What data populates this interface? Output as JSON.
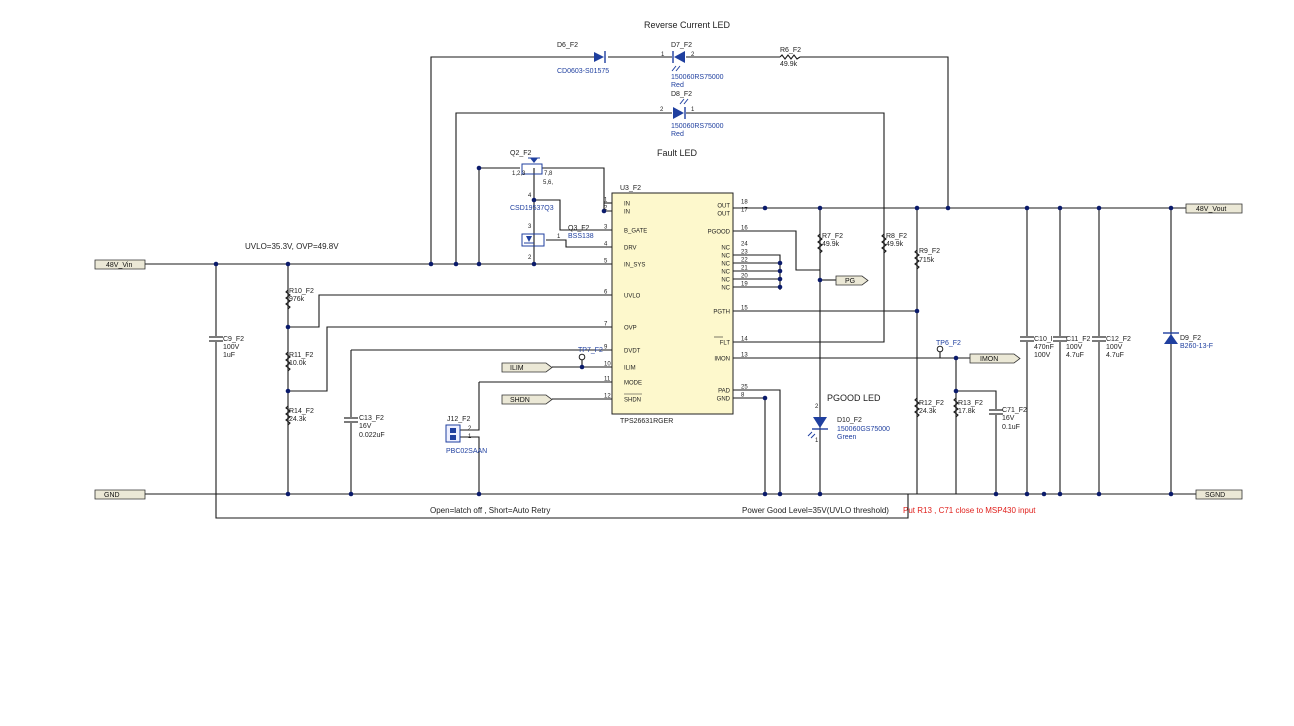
{
  "titles": {
    "reverse_led": "Reverse Current LED",
    "fault_led": "Fault LED",
    "pgood_led": "PGOOD LED"
  },
  "notes": {
    "uvlo_ovp": "UVLO=35.3V, OVP=49.8V",
    "open_short": "Open=latch off , Short=Auto Retry",
    "pg_level": "Power Good Level=35V(UVLO threshold)",
    "msp430": "Put R13 , C71 close to MSP430 input"
  },
  "ports": {
    "vin": "48V_Vin",
    "vout": "48V_Vout",
    "gnd": "GND",
    "sgnd": "SGND",
    "pg": "PG",
    "imon": "IMON",
    "ilim": "ILIM",
    "shdn": "SHDN"
  },
  "ic": {
    "ref": "U3_F2",
    "part": "TPS26631RGER",
    "left_pins": [
      {
        "num": "1",
        "name": "IN"
      },
      {
        "num": "2",
        "name": "IN"
      },
      {
        "num": "3",
        "name": "B_GATE"
      },
      {
        "num": "4",
        "name": "DRV"
      },
      {
        "num": "5",
        "name": "IN_SYS"
      },
      {
        "num": "6",
        "name": "UVLO"
      },
      {
        "num": "7",
        "name": "OVP"
      },
      {
        "num": "9",
        "name": "DVDT"
      },
      {
        "num": "10",
        "name": "ILIM"
      },
      {
        "num": "11",
        "name": "MODE"
      },
      {
        "num": "12",
        "name": "SHDN"
      }
    ],
    "right_pins": [
      {
        "num": "18",
        "name": "OUT"
      },
      {
        "num": "17",
        "name": "OUT"
      },
      {
        "num": "16",
        "name": "PGOOD"
      },
      {
        "num": "24",
        "name": "NC"
      },
      {
        "num": "23",
        "name": "NC"
      },
      {
        "num": "22",
        "name": "NC"
      },
      {
        "num": "21",
        "name": "NC"
      },
      {
        "num": "20",
        "name": "NC"
      },
      {
        "num": "19",
        "name": "NC"
      },
      {
        "num": "15",
        "name": "PGTH"
      },
      {
        "num": "14",
        "name": "FLT"
      },
      {
        "num": "13",
        "name": "IMON"
      },
      {
        "num": "25",
        "name": "PAD"
      },
      {
        "num": "8",
        "name": "GND"
      }
    ]
  },
  "components": {
    "d6": {
      "ref": "D6_F2",
      "value": "CD0603-S01575"
    },
    "d7": {
      "ref": "D7_F2",
      "value": "150060RS75000",
      "color": "Red",
      "pin_a": "1",
      "pin_b": "2"
    },
    "d8": {
      "ref": "D8_F2",
      "value": "150060RS75000",
      "color": "Red",
      "pin_a": "2",
      "pin_b": "1"
    },
    "r6": {
      "ref": "R6_F2",
      "value": "49.9k"
    },
    "q2": {
      "ref": "Q2_F2",
      "value": "CSD19537Q3",
      "pins_a": "1,2,3",
      "pins_b": "7,8",
      "pins_c": "5,6,",
      "pin_g": "4"
    },
    "q3": {
      "ref": "Q3_F2",
      "value": "BSS138",
      "pin_g": "1",
      "pin_d": "3",
      "pin_s": "2"
    },
    "r7": {
      "ref": "R7_F2",
      "value": "49.9k"
    },
    "r8": {
      "ref": "R8_F2",
      "value": "49.9k"
    },
    "r9": {
      "ref": "R9_F2",
      "value": "715k"
    },
    "r10": {
      "ref": "R10_F2",
      "value": "976k"
    },
    "r11": {
      "ref": "R11_F2",
      "value": "10.0k"
    },
    "r14": {
      "ref": "R14_F2",
      "value": "24.3k"
    },
    "c9": {
      "ref": "C9_F2",
      "voltage": "100V",
      "value": "1uF"
    },
    "c13": {
      "ref": "C13_F2",
      "voltage": "16V",
      "value": "0.022uF"
    },
    "j12": {
      "ref": "J12_F2",
      "value": "PBC02SAAN",
      "pin1": "1",
      "pin2": "2"
    },
    "tp7": {
      "ref": "TP7_F2"
    },
    "tp6": {
      "ref": "TP6_F2"
    },
    "d10": {
      "ref": "D10_F2",
      "value": "150060GS75000",
      "color": "Green",
      "pin1": "1",
      "pin2": "2"
    },
    "r12": {
      "ref": "R12_F2",
      "value": "24.3k"
    },
    "r13": {
      "ref": "R13_F2",
      "value": "17.8k"
    },
    "c71": {
      "ref": "C71_F2",
      "voltage": "16V",
      "value": "0.1uF"
    },
    "c10": {
      "ref": "C10_F2",
      "value": "470nF",
      "voltage": "100V"
    },
    "c11": {
      "ref": "C11_F2",
      "voltage": "100V",
      "value": "4.7uF"
    },
    "c12": {
      "ref": "C12_F2",
      "voltage": "100V",
      "value": "4.7uF"
    },
    "d9": {
      "ref": "D9_F2",
      "value": "B260-13-F"
    }
  }
}
